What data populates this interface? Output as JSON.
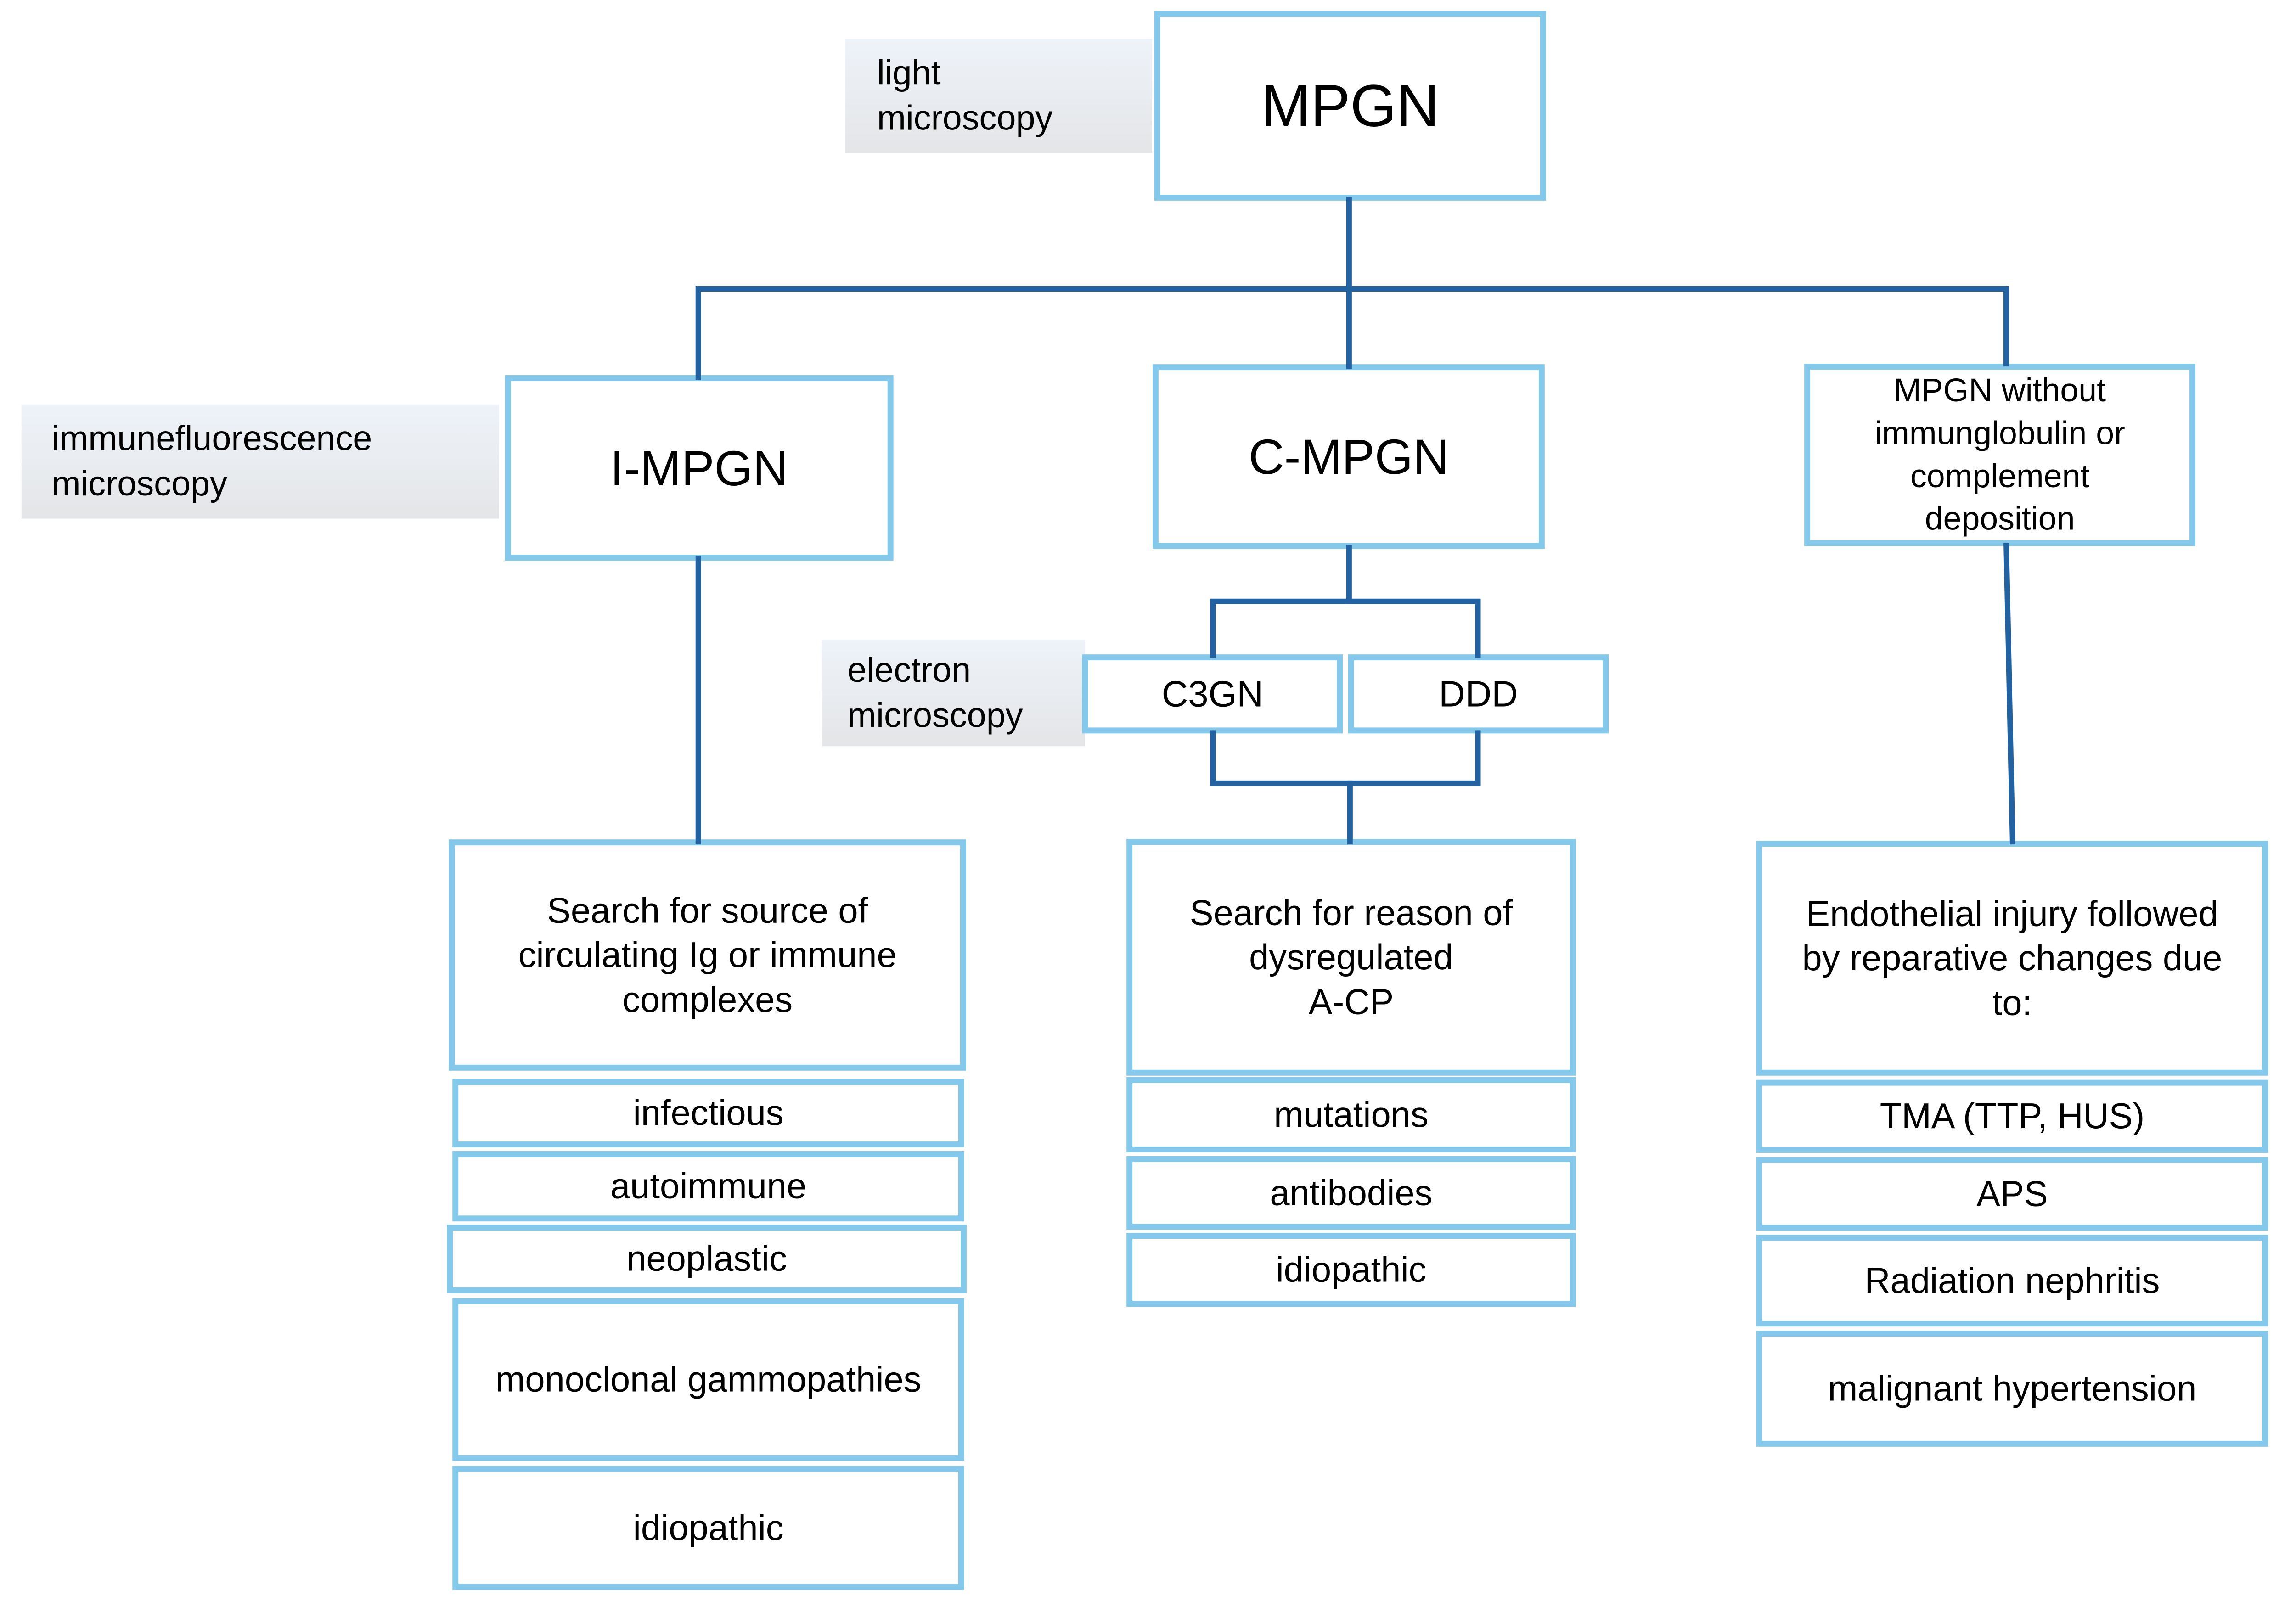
{
  "title": "MPGN classification diagram",
  "colors": {
    "box_border": "#84C9EB",
    "connector": "#2262A1",
    "label_bg_top": "#EEF3F9",
    "label_bg_bottom": "#E4E5E7",
    "text": "#000000",
    "background": "#FFFFFF"
  },
  "labels": {
    "light_microscopy": "light\nmicroscopy",
    "immunefluorescence_microscopy": "immunefluorescence\nmicroscopy",
    "electron_microscopy": "electron\nmicroscopy"
  },
  "nodes": {
    "mpgn": "MPGN",
    "i_mpgn": "I-MPGN",
    "c_mpgn": "C-MPGN",
    "no_deposition": "MPGN without\nimmunglobulin or\ncomplement\ndeposition",
    "c3gn": "C3GN",
    "ddd": "DDD"
  },
  "columns": {
    "i_mpgn": {
      "header": "Search for source of\ncirculating Ig or immune\ncomplexes",
      "items": [
        "infectious",
        "autoimmune",
        "neoplastic",
        "monoclonal gammopathies",
        "idiopathic"
      ]
    },
    "c_mpgn": {
      "header": "Search for reason of\ndysregulated\nA-CP",
      "items": [
        "mutations",
        "antibodies",
        "idiopathic"
      ]
    },
    "no_deposition": {
      "header": "Endothelial injury followed\nby reparative changes due\nto:",
      "items": [
        "TMA (TTP, HUS)",
        "APS",
        "Radiation nephritis",
        "malignant hypertension"
      ]
    }
  }
}
